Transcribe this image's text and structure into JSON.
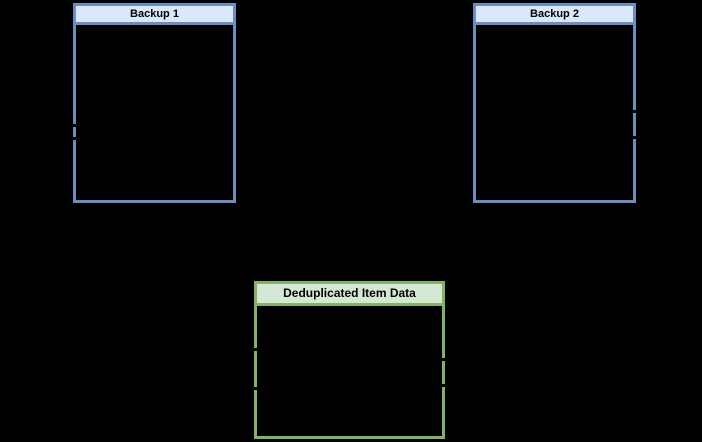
{
  "diagram": {
    "background_color": "#000000",
    "nodes": [
      {
        "id": "backup-1",
        "title": "Backup 1",
        "header_fill": "#dae8fc",
        "border_color": "#6c8ebf",
        "text_color": "#000000",
        "body_fill": "transparent"
      },
      {
        "id": "backup-2",
        "title": "Backup 2",
        "header_fill": "#dae8fc",
        "border_color": "#6c8ebf",
        "text_color": "#000000",
        "body_fill": "transparent"
      },
      {
        "id": "deduplicated-item-data",
        "title": "Deduplicated Item Data",
        "header_fill": "#d5e8d4",
        "border_color": "#82b366",
        "text_color": "#000000",
        "body_fill": "transparent"
      }
    ],
    "connector_stubs": [
      {
        "node": "backup-1",
        "side": "left",
        "count": 2
      },
      {
        "node": "backup-2",
        "side": "right",
        "count": 2
      },
      {
        "node": "deduplicated-item-data",
        "side": "left",
        "count": 2
      },
      {
        "node": "deduplicated-item-data",
        "side": "right",
        "count": 2
      }
    ],
    "stub_color": "#000000"
  }
}
